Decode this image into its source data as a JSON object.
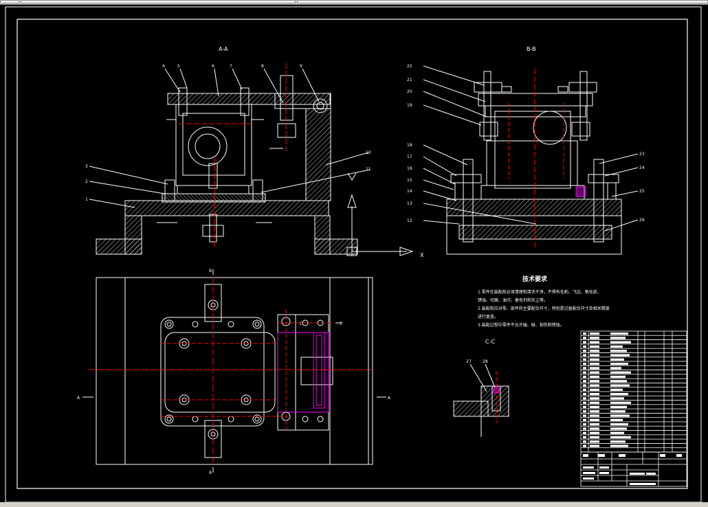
{
  "section_labels": {
    "aa": "A-A",
    "bb": "B-B",
    "cc": "C-C"
  },
  "balloons_aa": [
    "1",
    "2",
    "3",
    "4",
    "5",
    "6",
    "7",
    "8",
    "9",
    "10",
    "11"
  ],
  "balloons_bb": [
    "12",
    "13",
    "14",
    "15",
    "16",
    "17",
    "18",
    "19",
    "20",
    "21",
    "22",
    "23",
    "24",
    "25",
    "26"
  ],
  "balloons_cc": [
    "27",
    "28"
  ],
  "tech_title": "技术要求",
  "tech_notes": [
    "1.零件在装配前必须清理和清洗干净，不得有毛刺、飞边、氧化皮、",
    "锈蚀、切屑、油污、着色剂和灰尘等。",
    "2.装配前应对零、部件的主要配合尺寸，特别是过盈配合尺寸及相关精度",
    "进行复查。",
    "3.装配过程中零件不允许磕、碰、划伤和锈蚀。"
  ],
  "axis_marker": "X",
  "section_marks": {
    "a_left": "A",
    "a_right": "A",
    "b_top": "B",
    "b_bottom": "B",
    "c_right": "C",
    "c_mid": "C"
  },
  "colors": {
    "background": "#000000",
    "line": "#ffffff",
    "centerline": "#ff0000",
    "highlight": "#ff00ff",
    "chrome": "#d4d0c8"
  }
}
